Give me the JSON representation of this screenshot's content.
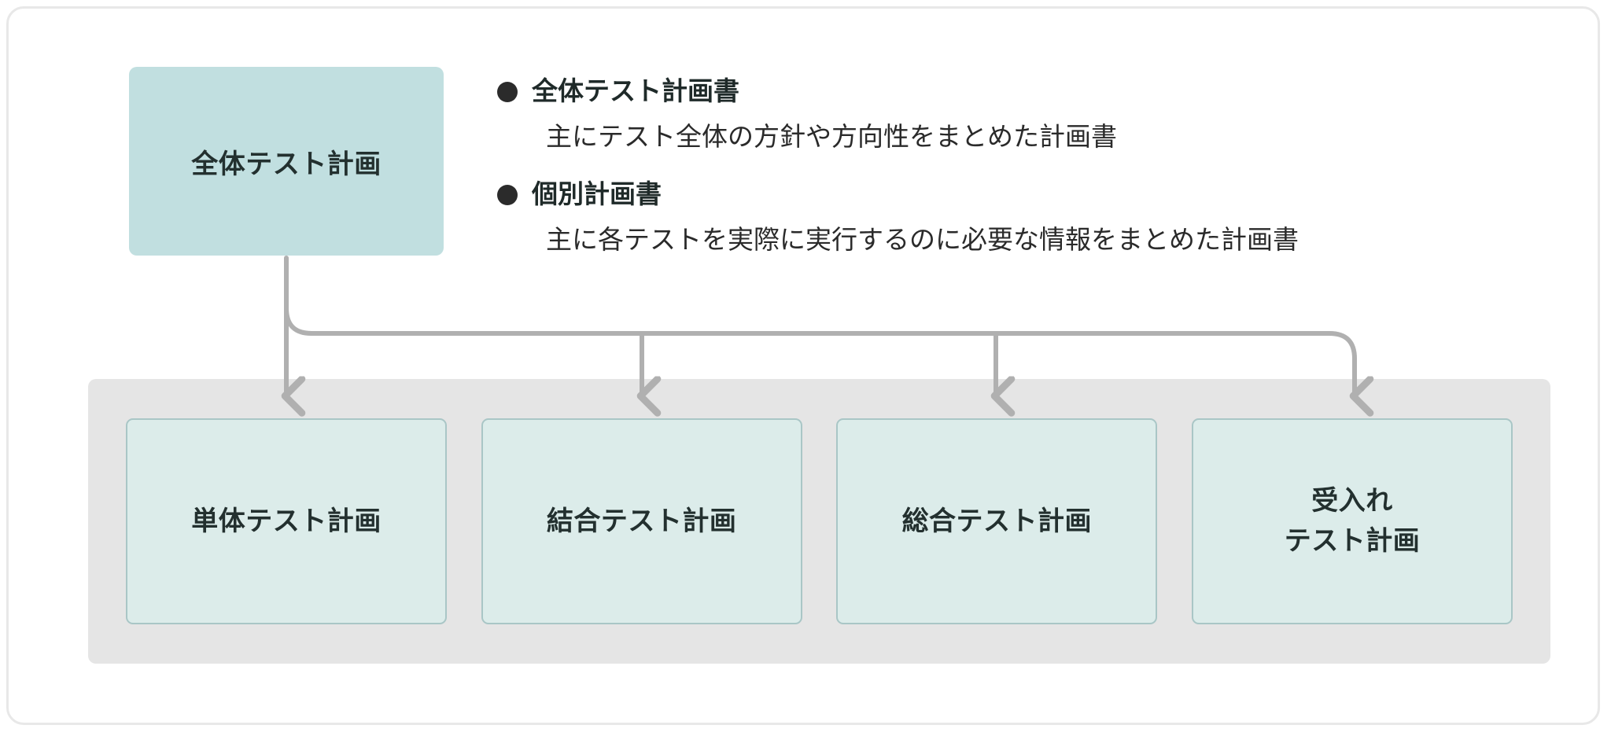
{
  "diagram": {
    "title_box": {
      "label": "全体テスト計画",
      "fill_color": "#c1dfe0"
    },
    "notes": [
      {
        "bullet": "●",
        "heading": "全体テスト計画書",
        "description": "主にテスト全体の方針や方向性をまとめた計画書"
      },
      {
        "bullet": "●",
        "heading": "個別計画書",
        "description": "主に各テストを実際に実行するのに必要な情報をまとめた計画書"
      }
    ],
    "panel": {
      "fill_color": "#e5e5e5",
      "children": [
        {
          "line1": "単体テスト計画",
          "line2": ""
        },
        {
          "line1": "結合テスト計画",
          "line2": ""
        },
        {
          "line1": "総合テスト計画",
          "line2": ""
        },
        {
          "line1": "受入れ",
          "line2": "テスト計画"
        }
      ],
      "child_fill_color": "#dcecea",
      "child_border_color": "#a9c6c6"
    },
    "connector": {
      "color": "#b0b0b0",
      "arrow_count": 4
    }
  }
}
